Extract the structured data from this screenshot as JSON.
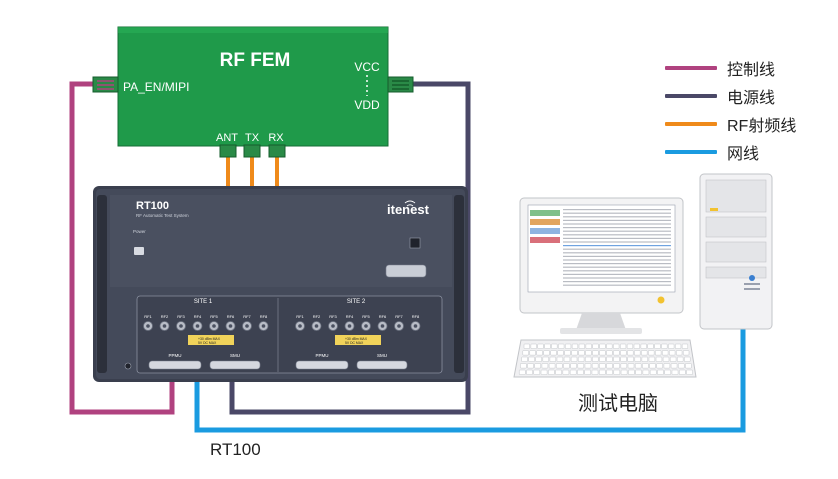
{
  "fem": {
    "title": "RF FEM",
    "left_port": "PA_EN/MIPI",
    "vcc": "VCC",
    "vdd": "VDD",
    "ant": "ANT",
    "tx": "TX",
    "rx": "RX"
  },
  "rt100": {
    "model": "RT100",
    "subtitle": "RF Automatic Test System",
    "brand": "itenest",
    "power": "Power",
    "site1": "SITE 1",
    "site2": "SITE 2",
    "ppmu": "PPMU",
    "smu": "SMU",
    "warn1": "+30 dBm MAX",
    "warn2": "5V DC MAX"
  },
  "rf_ports": [
    "RF1",
    "RF2",
    "RF3",
    "RF4",
    "RF5",
    "RF6",
    "RF7",
    "RF8"
  ],
  "pc_label": "测试电脑",
  "bottom_label": "RT100",
  "legend": [
    {
      "label": "控制线",
      "color": "#b0427f"
    },
    {
      "label": "电源线",
      "color": "#4a4867"
    },
    {
      "label": "RF射频线",
      "color": "#ef8a1a"
    },
    {
      "label": "网线",
      "color": "#1a9be0"
    }
  ],
  "colors": {
    "fem": "#1f9a4a",
    "rt_body": "#3c4150",
    "control": "#b0427f",
    "power": "#4a4867",
    "rf": "#ef8a1a",
    "network": "#1a9be0"
  }
}
